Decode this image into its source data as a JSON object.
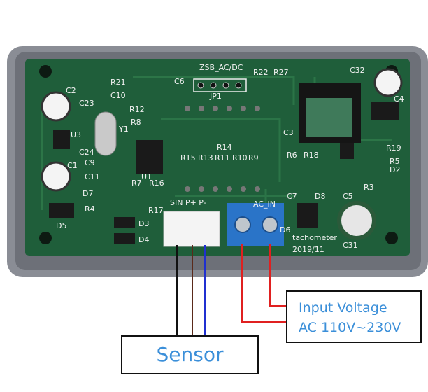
{
  "board": {
    "silkscreen": [
      "ZSB_AC/DC",
      "R21",
      "C6",
      "JP1",
      "R22",
      "R27",
      "C32",
      "C2",
      "C10",
      "C23",
      "R12",
      "R8",
      "Y1",
      "U3",
      "C3",
      "C4",
      "C24",
      "R14",
      "C9",
      "C1",
      "R15",
      "R13",
      "R11",
      "R10",
      "R9",
      "R6",
      "R18",
      "R19",
      "R5",
      "D2",
      "U1",
      "C11",
      "R7",
      "R16",
      "D7",
      "C7",
      "D8",
      "C5",
      "R3",
      "SIN  P+  P-",
      "AC_IN",
      "R4",
      "R17",
      "D5",
      "D3",
      "D4",
      "D6",
      "tachometer",
      "C31",
      "2019/11"
    ]
  },
  "callouts": {
    "input_line1": "Input Voltage",
    "input_line2": "AC 110V~230V",
    "sensor": "Sensor"
  },
  "colors": {
    "pcb": "#1f5e3a",
    "case": "#8a8d95",
    "accent": "#3b8fd9",
    "wire_red": "#e02020",
    "wire_blue": "#2030d0",
    "wire_brown": "#5a2a1a"
  }
}
